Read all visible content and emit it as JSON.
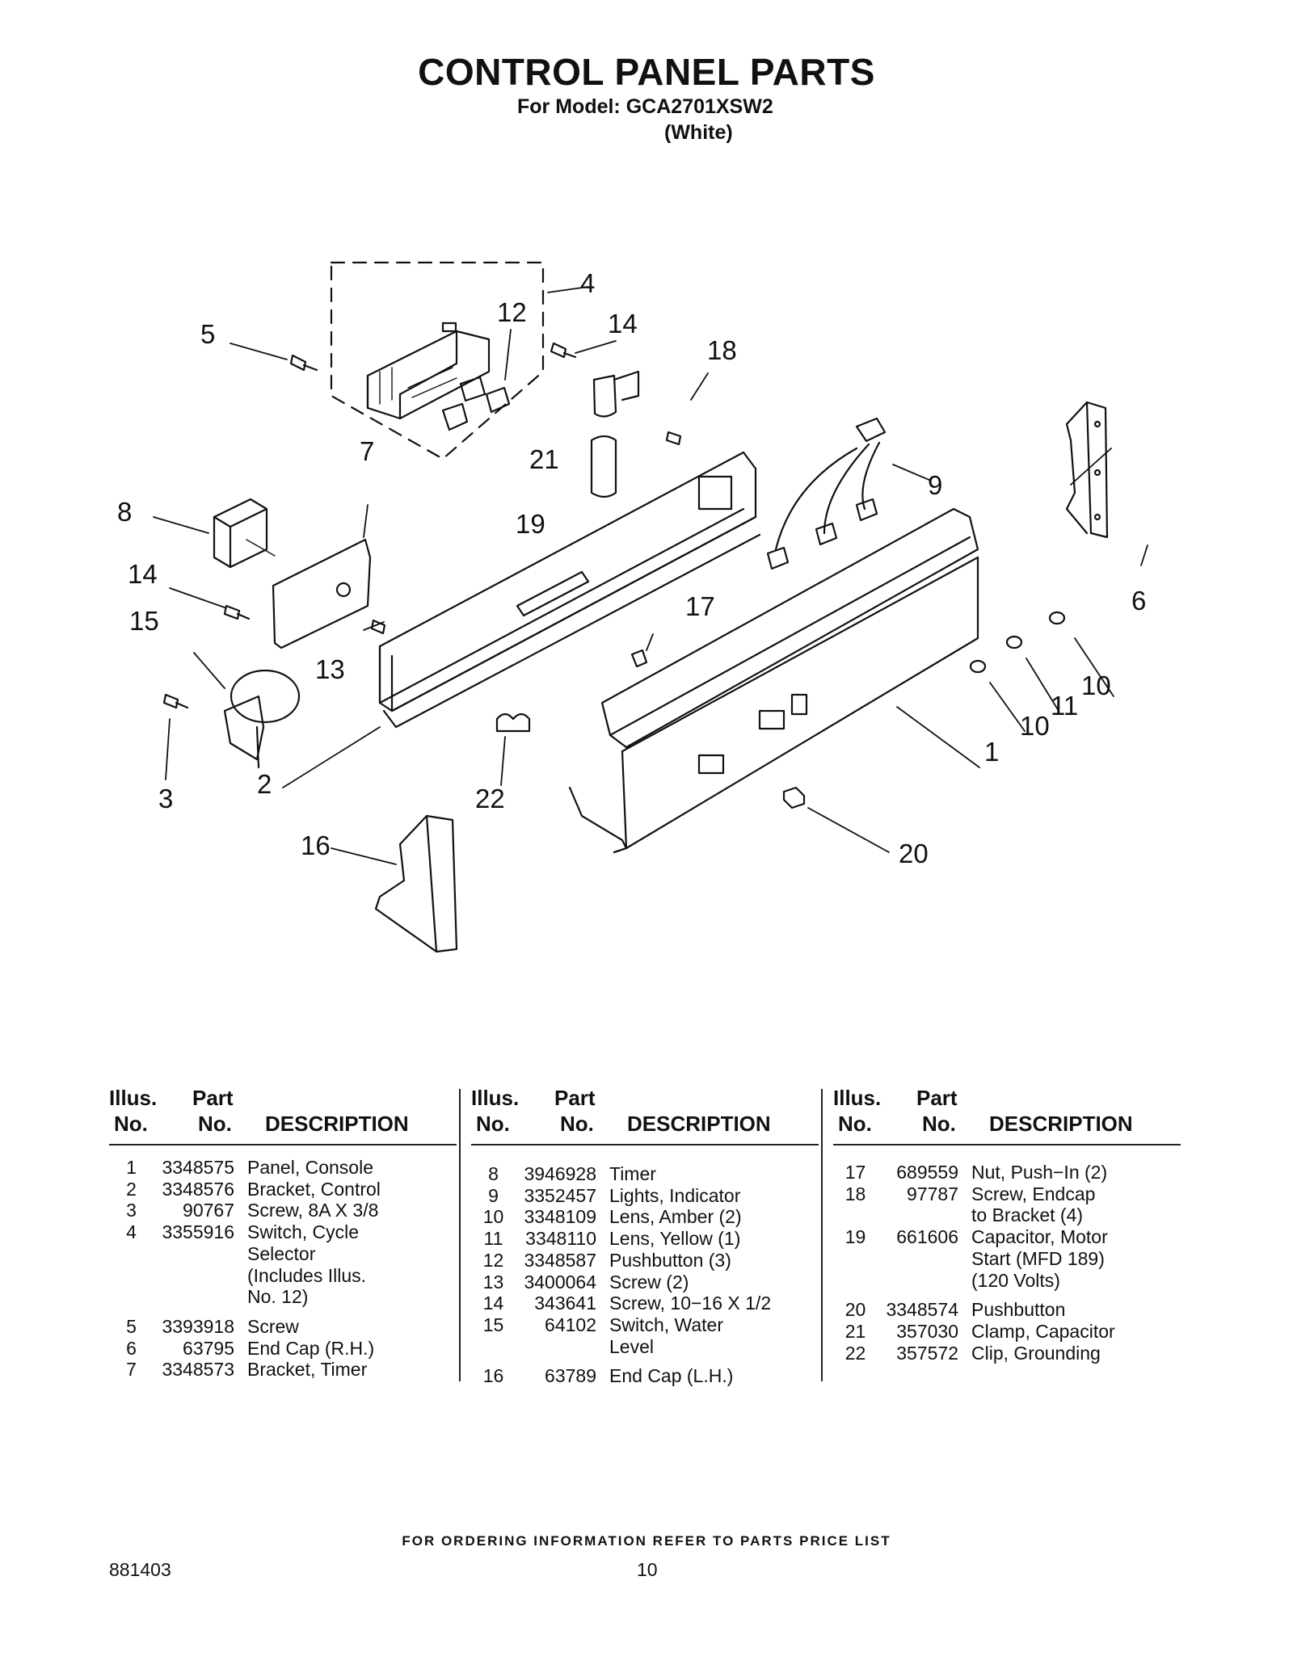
{
  "header": {
    "title": "CONTROL PANEL PARTS",
    "model": "For Model: GCA2701XSW2",
    "color": "(White)"
  },
  "diagram": {
    "callouts": [
      "1",
      "2",
      "3",
      "4",
      "5",
      "6",
      "7",
      "8",
      "9",
      "10",
      "10",
      "11",
      "12",
      "13",
      "14",
      "14",
      "15",
      "16",
      "17",
      "18",
      "19",
      "20",
      "21",
      "22"
    ]
  },
  "table": {
    "headers": {
      "illus": "Illus.",
      "no": "No.",
      "part": "Part",
      "part_no": "No.",
      "description": "DESCRIPTION"
    },
    "columns": [
      [
        {
          "no": "1",
          "part": "3348575",
          "desc": [
            "Panel, Console"
          ]
        },
        {
          "no": "2",
          "part": "3348576",
          "desc": [
            "Bracket, Control"
          ]
        },
        {
          "no": "3",
          "part": "90767",
          "desc": [
            "Screw, 8A X 3/8"
          ]
        },
        {
          "no": "4",
          "part": "3355916",
          "desc": [
            "Switch, Cycle",
            "Selector",
            "(Includes Illus.",
            "No. 12)"
          ]
        },
        {
          "no": "5",
          "part": "3393918",
          "desc": [
            "Screw"
          ]
        },
        {
          "no": "6",
          "part": "63795",
          "desc": [
            "End Cap (R.H.)"
          ]
        },
        {
          "no": "7",
          "part": "3348573",
          "desc": [
            "Bracket, Timer"
          ]
        }
      ],
      [
        {
          "no": "8",
          "part": "3946928",
          "desc": [
            "Timer"
          ]
        },
        {
          "no": "9",
          "part": "3352457",
          "desc": [
            "Lights, Indicator"
          ]
        },
        {
          "no": "10",
          "part": "3348109",
          "desc": [
            "Lens, Amber (2)"
          ]
        },
        {
          "no": "11",
          "part": "3348110",
          "desc": [
            "Lens, Yellow (1)"
          ]
        },
        {
          "no": "12",
          "part": "3348587",
          "desc": [
            "Pushbutton (3)"
          ]
        },
        {
          "no": "13",
          "part": "3400064",
          "desc": [
            "Screw (2)"
          ]
        },
        {
          "no": "14",
          "part": "343641",
          "desc": [
            "Screw, 10−16 X 1/2"
          ]
        },
        {
          "no": "15",
          "part": "64102",
          "desc": [
            "Switch, Water",
            "Level"
          ]
        },
        {
          "no": "16",
          "part": "63789",
          "desc": [
            "End Cap (L.H.)"
          ]
        }
      ],
      [
        {
          "no": "17",
          "part": "689559",
          "desc": [
            "Nut, Push−In (2)"
          ]
        },
        {
          "no": "18",
          "part": "97787",
          "desc": [
            "Screw, Endcap",
            "to Bracket (4)"
          ]
        },
        {
          "no": "19",
          "part": "661606",
          "desc": [
            "Capacitor, Motor",
            "Start (MFD 189)",
            "(120 Volts)"
          ]
        },
        {
          "no": "20",
          "part": "3348574",
          "desc": [
            "Pushbutton"
          ]
        },
        {
          "no": "21",
          "part": "357030",
          "desc": [
            "Clamp, Capacitor"
          ]
        },
        {
          "no": "22",
          "part": "357572",
          "desc": [
            "Clip, Grounding"
          ]
        }
      ]
    ]
  },
  "footer": {
    "note": "FOR ORDERING INFORMATION REFER TO PARTS PRICE LIST",
    "doc_number": "881403",
    "page_number": "10"
  }
}
